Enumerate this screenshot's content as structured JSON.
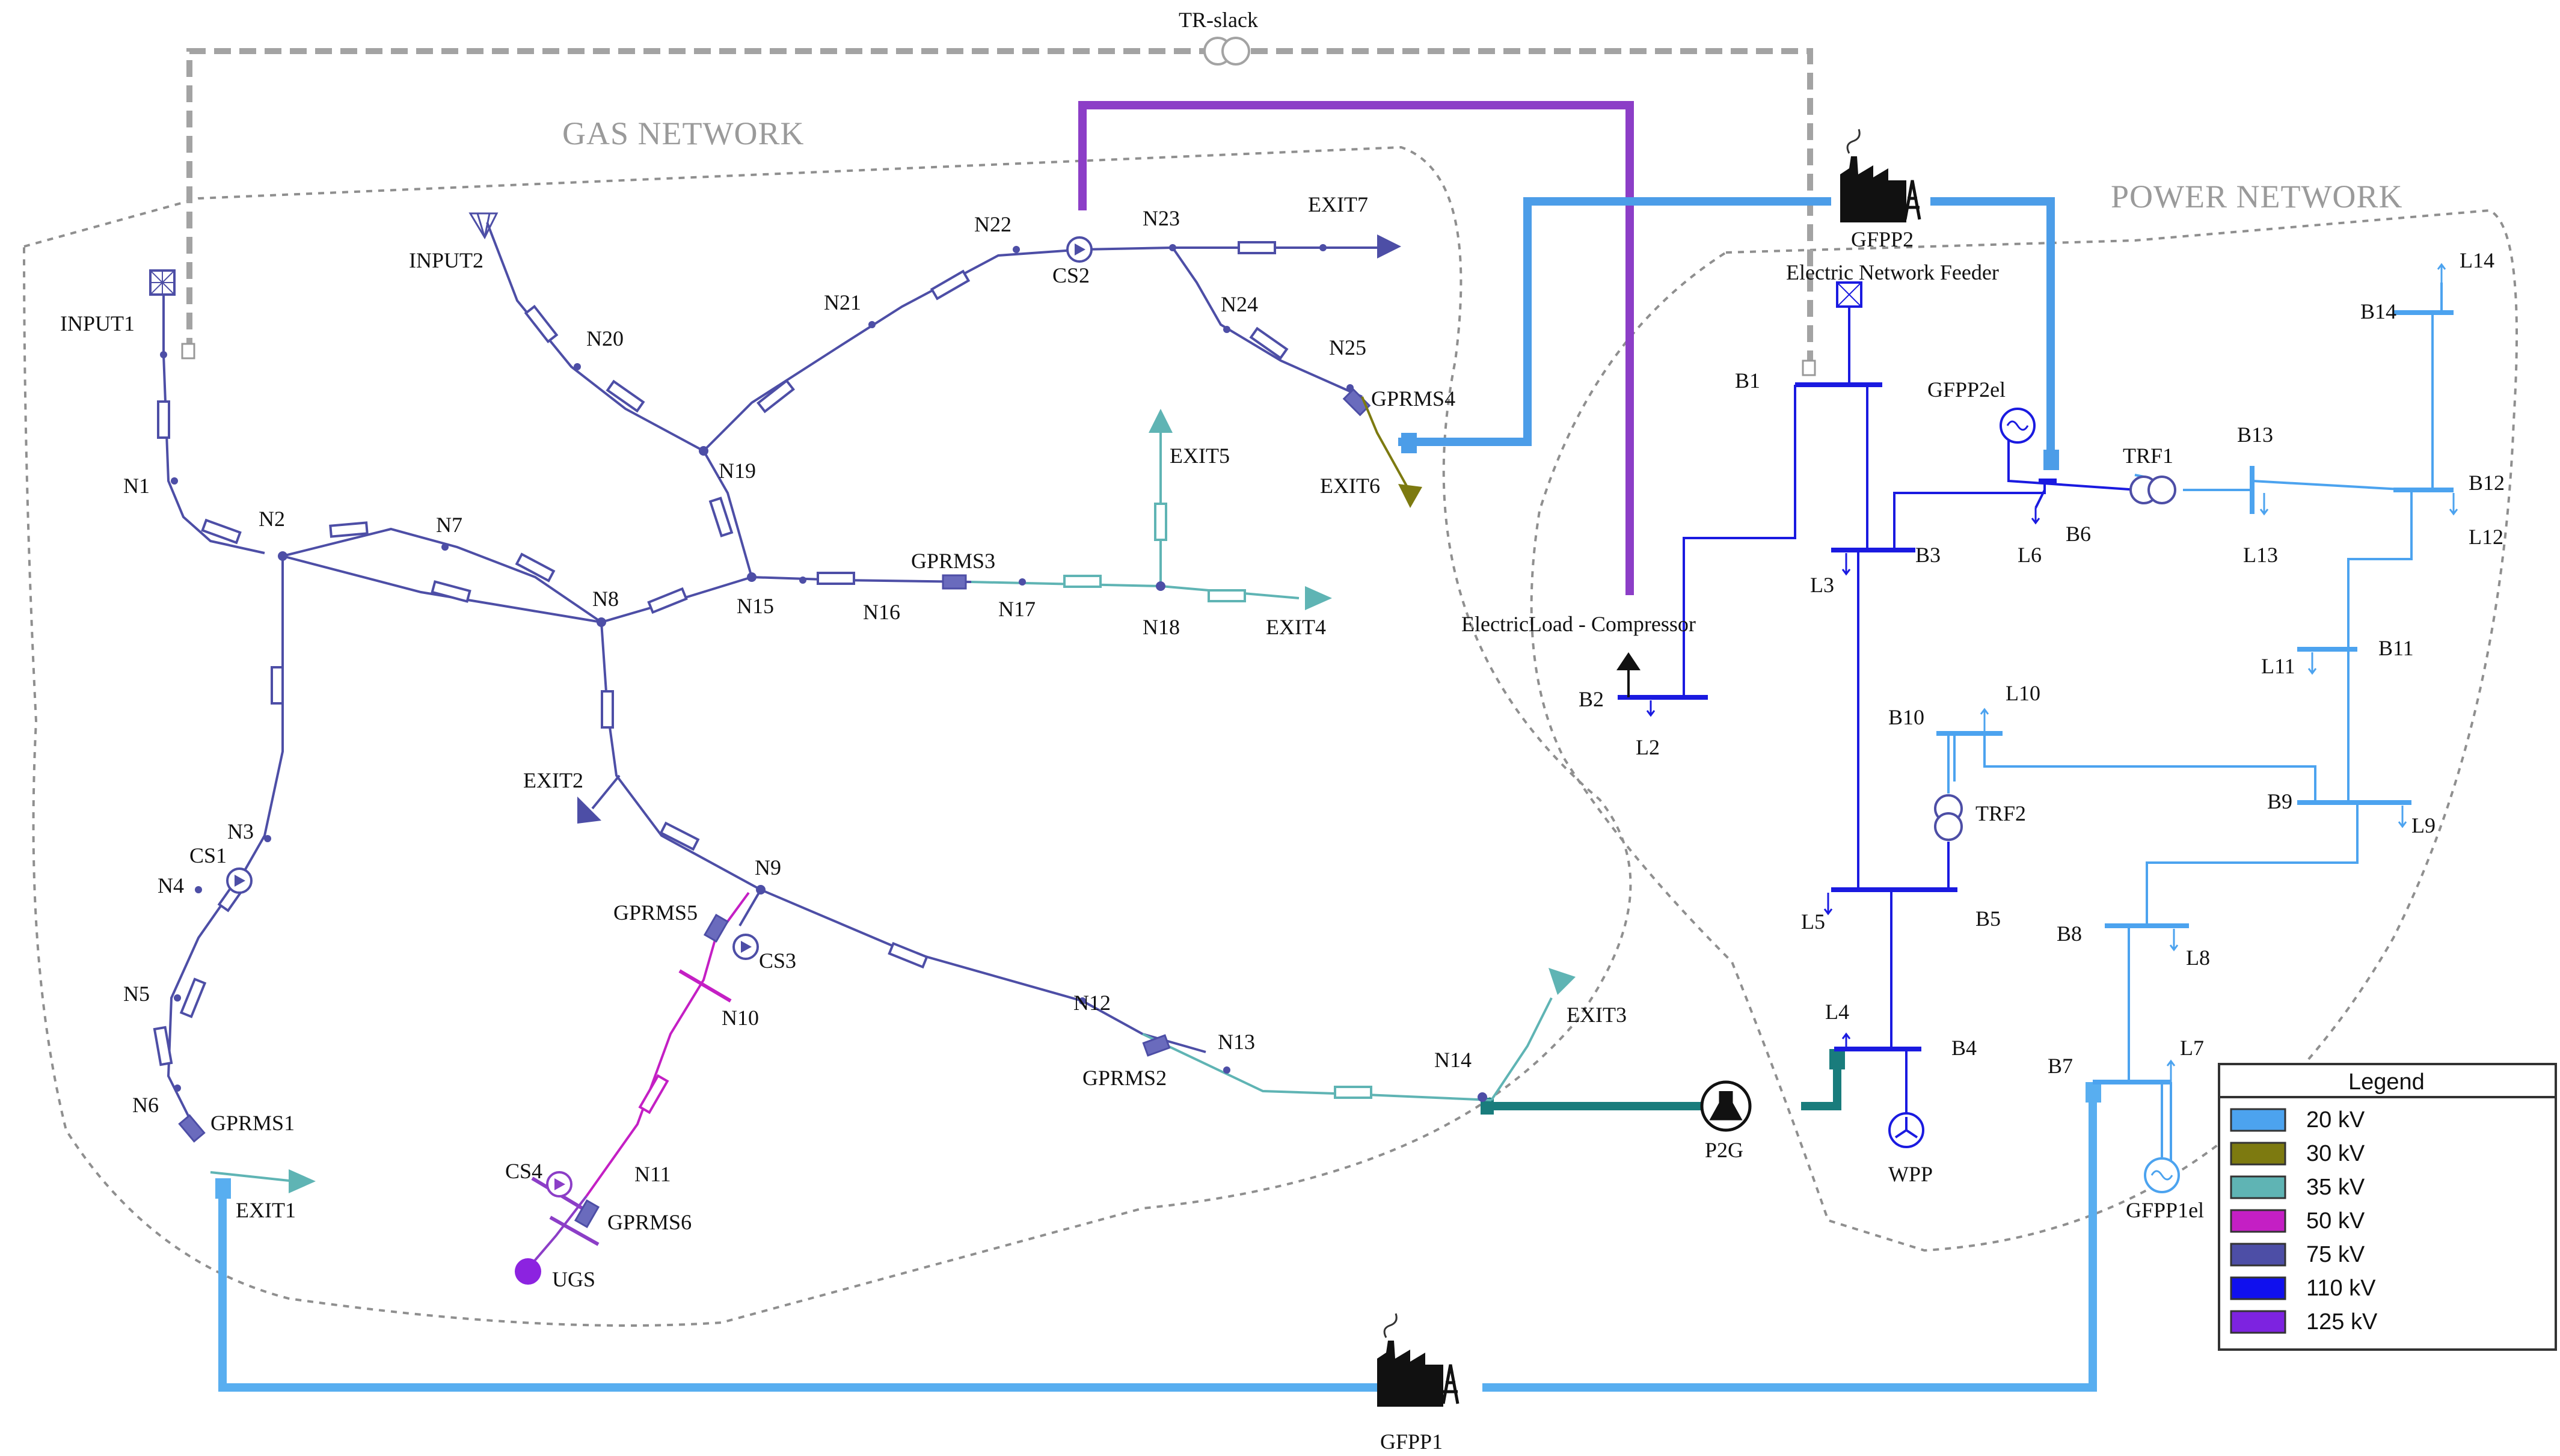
{
  "regions": {
    "gas": "GAS NETWORK",
    "power": "POWER NETWORK"
  },
  "gas_nodes": {
    "input1": "INPUT1",
    "input2": "INPUT2",
    "n1": "N1",
    "n2": "N2",
    "n3": "N3",
    "n4": "N4",
    "n5": "N5",
    "n6": "N6",
    "n7": "N7",
    "n8": "N8",
    "n9": "N9",
    "n10": "N10",
    "n11": "N11",
    "n12": "N12",
    "n13": "N13",
    "n14": "N14",
    "n15": "N15",
    "n16": "N16",
    "n17": "N17",
    "n18": "N18",
    "n19": "N19",
    "n20": "N20",
    "n21": "N21",
    "n22": "N22",
    "n23": "N23",
    "n24": "N24",
    "n25": "N25",
    "cs1": "CS1",
    "cs2": "CS2",
    "cs3": "CS3",
    "cs4": "CS4",
    "gprms1": "GPRMS1",
    "gprms2": "GPRMS2",
    "gprms3": "GPRMS3",
    "gprms4": "GPRMS4",
    "gprms5": "GPRMS5",
    "gprms6": "GPRMS6",
    "exit1": "EXIT1",
    "exit2": "EXIT2",
    "exit3": "EXIT3",
    "exit4": "EXIT4",
    "exit5": "EXIT5",
    "exit6": "EXIT6",
    "exit7": "EXIT7",
    "ugs": "UGS"
  },
  "power_nodes": {
    "b1": "B1",
    "b2": "B2",
    "b3": "B3",
    "b4": "B4",
    "b5": "B5",
    "b6": "B6",
    "b7": "B7",
    "b8": "B8",
    "b9": "B9",
    "b10": "B10",
    "b11": "B11",
    "b12": "B12",
    "b13": "B13",
    "b14": "B14",
    "l2": "L2",
    "l3": "L3",
    "l4": "L4",
    "l5": "L5",
    "l6": "L6",
    "l7": "L7",
    "l8": "L8",
    "l9": "L9",
    "l10": "L10",
    "l11": "L11",
    "l12": "L12",
    "l13": "L13",
    "l14": "L14",
    "trf1": "TRF1",
    "trf2": "TRF2",
    "gfpp2el": "GFPP2el",
    "gfpp1el": "GFPP1el",
    "wpp": "WPP",
    "feeder": "Electric Network Feeder"
  },
  "coupling": {
    "tr_slack": "TR-slack",
    "gfpp1": "GFPP1",
    "gfpp2": "GFPP2",
    "p2g": "P2G",
    "electric_load": "ElectricLoad - Compressor"
  },
  "legend": {
    "title": "Legend",
    "items": [
      {
        "color": "#4ca3ef",
        "label": "20  kV"
      },
      {
        "color": "#7d7a10",
        "label": "30  kV"
      },
      {
        "color": "#5fb4b4",
        "label": "35  kV"
      },
      {
        "color": "#c41fc4",
        "label": "50  kV"
      },
      {
        "color": "#4d4ea6",
        "label": "75  kV"
      },
      {
        "color": "#1010ee",
        "label": "110  kV"
      },
      {
        "color": "#7d23e0",
        "label": "125  kV"
      }
    ]
  }
}
